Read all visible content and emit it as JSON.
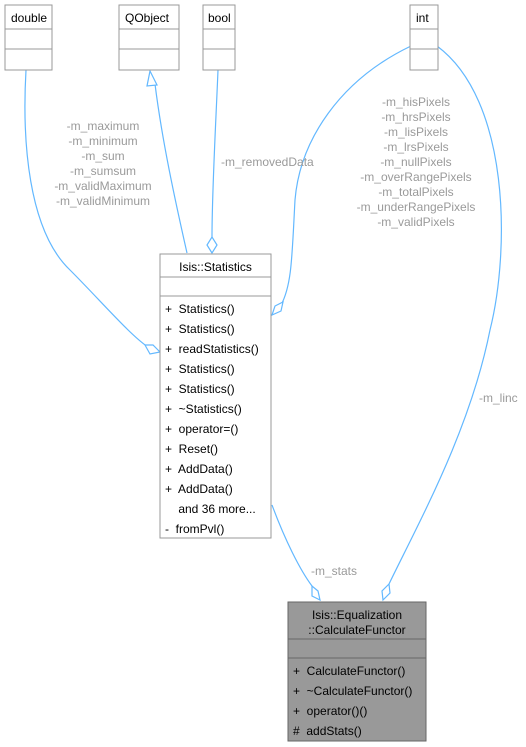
{
  "nodes": {
    "double": {
      "title": "double"
    },
    "qobject": {
      "title": "QObject"
    },
    "bool": {
      "title": "bool"
    },
    "int": {
      "title": "int"
    },
    "statistics": {
      "title": "Isis::Statistics",
      "methods": [
        "+  Statistics()",
        "+  Statistics()",
        "+  readStatistics()",
        "+  Statistics()",
        "+  Statistics()",
        "+  ~Statistics()",
        "+  operator=()",
        "+  Reset()",
        "+  AddData()",
        "+  AddData()",
        "    and 36 more...",
        "-  fromPvl()"
      ]
    },
    "functor": {
      "title_line1": "Isis::Equalization",
      "title_line2": "::CalculateFunctor",
      "methods": [
        "+  CalculateFunctor()",
        "+  ~CalculateFunctor()",
        "+  operator()()",
        "#  addStats()"
      ]
    }
  },
  "edges": {
    "double_to_statistics": [
      "-m_maximum",
      "-m_minimum",
      "-m_sum",
      "-m_sumsum",
      "-m_validMaximum",
      "-m_validMinimum"
    ],
    "bool_to_statistics": [
      "-m_removedData"
    ],
    "int_to_statistics": [
      "-m_hisPixels",
      "-m_hrsPixels",
      "-m_lisPixels",
      "-m_lrsPixels",
      "-m_nullPixels",
      "-m_overRangePixels",
      "-m_totalPixels",
      "-m_underRangePixels",
      "-m_validPixels"
    ],
    "int_to_functor": [
      "-m_linc"
    ],
    "statistics_to_functor": [
      "-m_stats"
    ]
  }
}
